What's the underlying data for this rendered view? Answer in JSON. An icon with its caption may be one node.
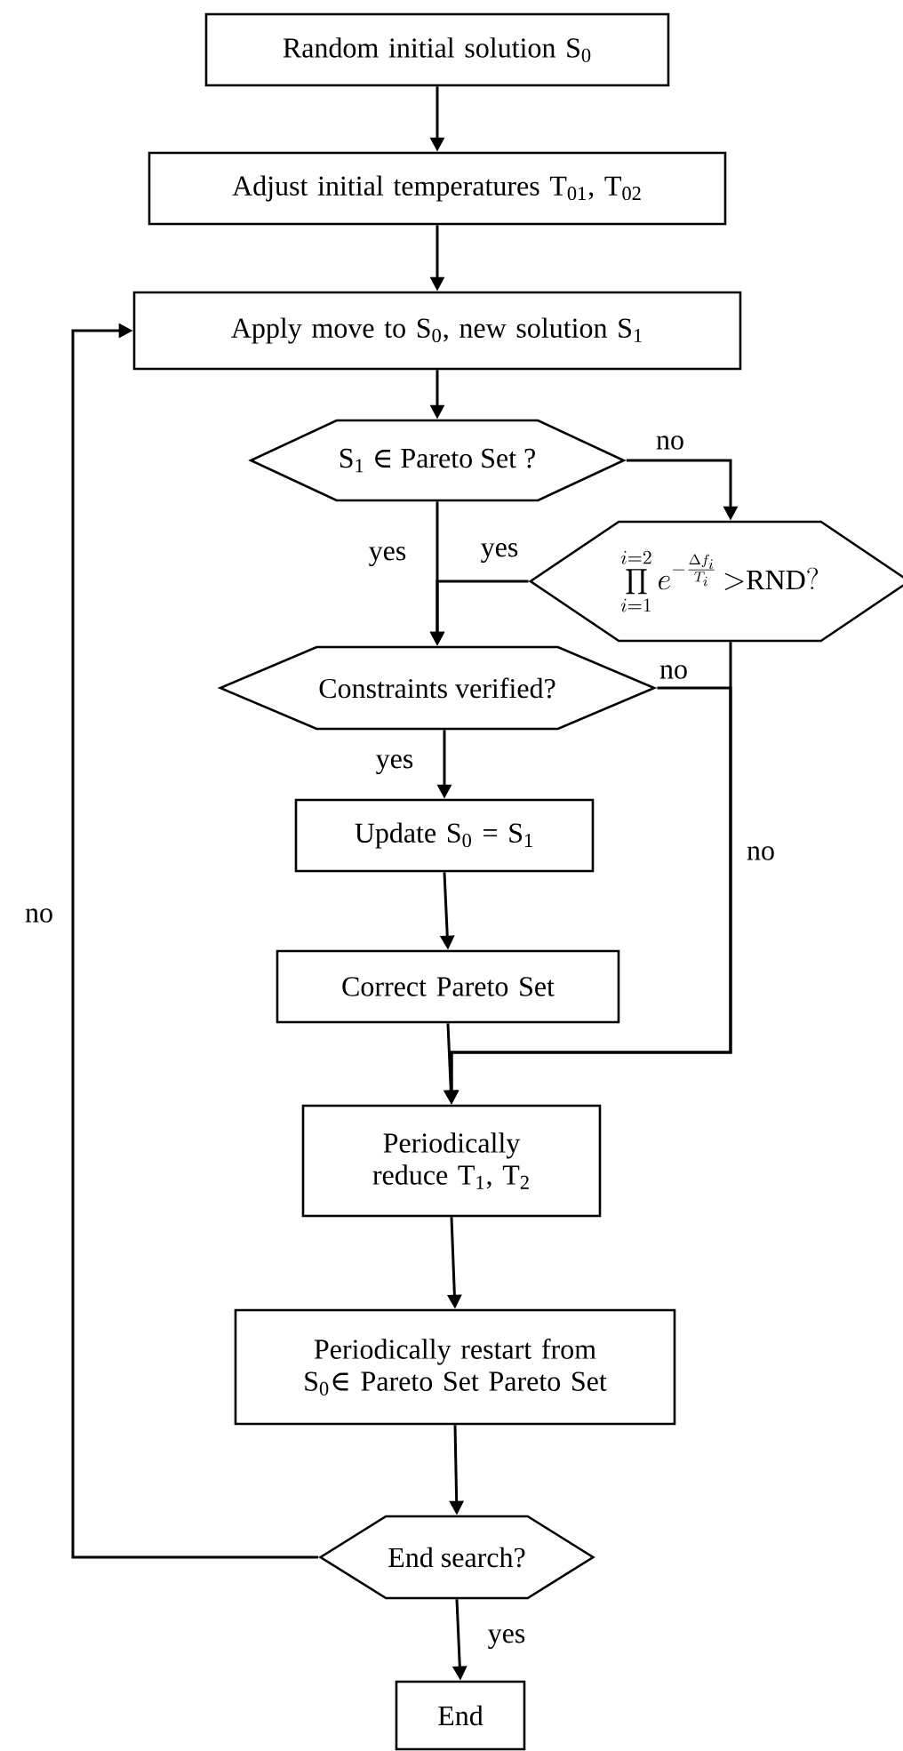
{
  "diagram": {
    "nodes": [
      {
        "text": [
          "Random initial solution S$_{0}$"
        ]
      },
      {
        "text": [
          "Adjust initial temperatures T$_{01}$, T$_{02}$"
        ]
      },
      {
        "text": [
          "Apply move to S$_{0}$, new solution S$_{1}$"
        ]
      },
      {
        "text": [
          "S$_{1}$ ∈ Pareto Set ?"
        ]
      },
      {
        "text": [
          "\\prod_{i=1}^{i=2} e^{-\\frac{\\Delta f_{i}}{T_{i}}}\\,{>}\\mathrm{RND?}"
        ]
      },
      {
        "text": [
          "Constraints verified?"
        ]
      },
      {
        "text": [
          "Update S$_{0}$ = S$_{1}$"
        ]
      },
      {
        "text": [
          "Correct Pareto Set"
        ]
      },
      {
        "text": [
          "Periodically reduce T$_{1}$, T$_{2}$"
        ]
      },
      {
        "text": [
          "Periodically restart from S$_{0}$∈ Pareto Set Pareto Set"
        ]
      },
      {
        "text": [
          "End search?"
        ]
      },
      {
        "text": [
          "End"
        ]
      }
    ],
    "edges": [
      {
        "from": 0,
        "to": 1,
        "arrow": "to"
      },
      {
        "from": 1,
        "to": 2,
        "arrow": "to"
      },
      {
        "from": 2,
        "to": 3,
        "arrow": "to"
      },
      {
        "from": 3,
        "to": 4,
        "arrow": "to",
        "label": "no"
      },
      {
        "from": 3,
        "to": 5,
        "arrow": "to",
        "label": "yes"
      },
      {
        "from": 4,
        "to": 5,
        "arrow": "to",
        "label": "yes"
      },
      {
        "from": 5,
        "to": 6,
        "arrow": "to",
        "label": "yes"
      },
      {
        "from": 5,
        "to": 8,
        "arrow": "to",
        "label": "no"
      },
      {
        "from": 4,
        "to": 8,
        "arrow": "to",
        "label": "no"
      },
      {
        "from": 6,
        "to": 7,
        "arrow": "to"
      },
      {
        "from": 7,
        "to": 8,
        "arrow": "to"
      },
      {
        "from": 8,
        "to": 9,
        "arrow": "to"
      },
      {
        "from": 9,
        "to": 10,
        "arrow": "to"
      },
      {
        "from": 10,
        "to": 11,
        "arrow": "to",
        "label": "yes"
      },
      {
        "from": 10,
        "to": 2,
        "arrow": "to",
        "label": "no"
      }
    ]
  }
}
